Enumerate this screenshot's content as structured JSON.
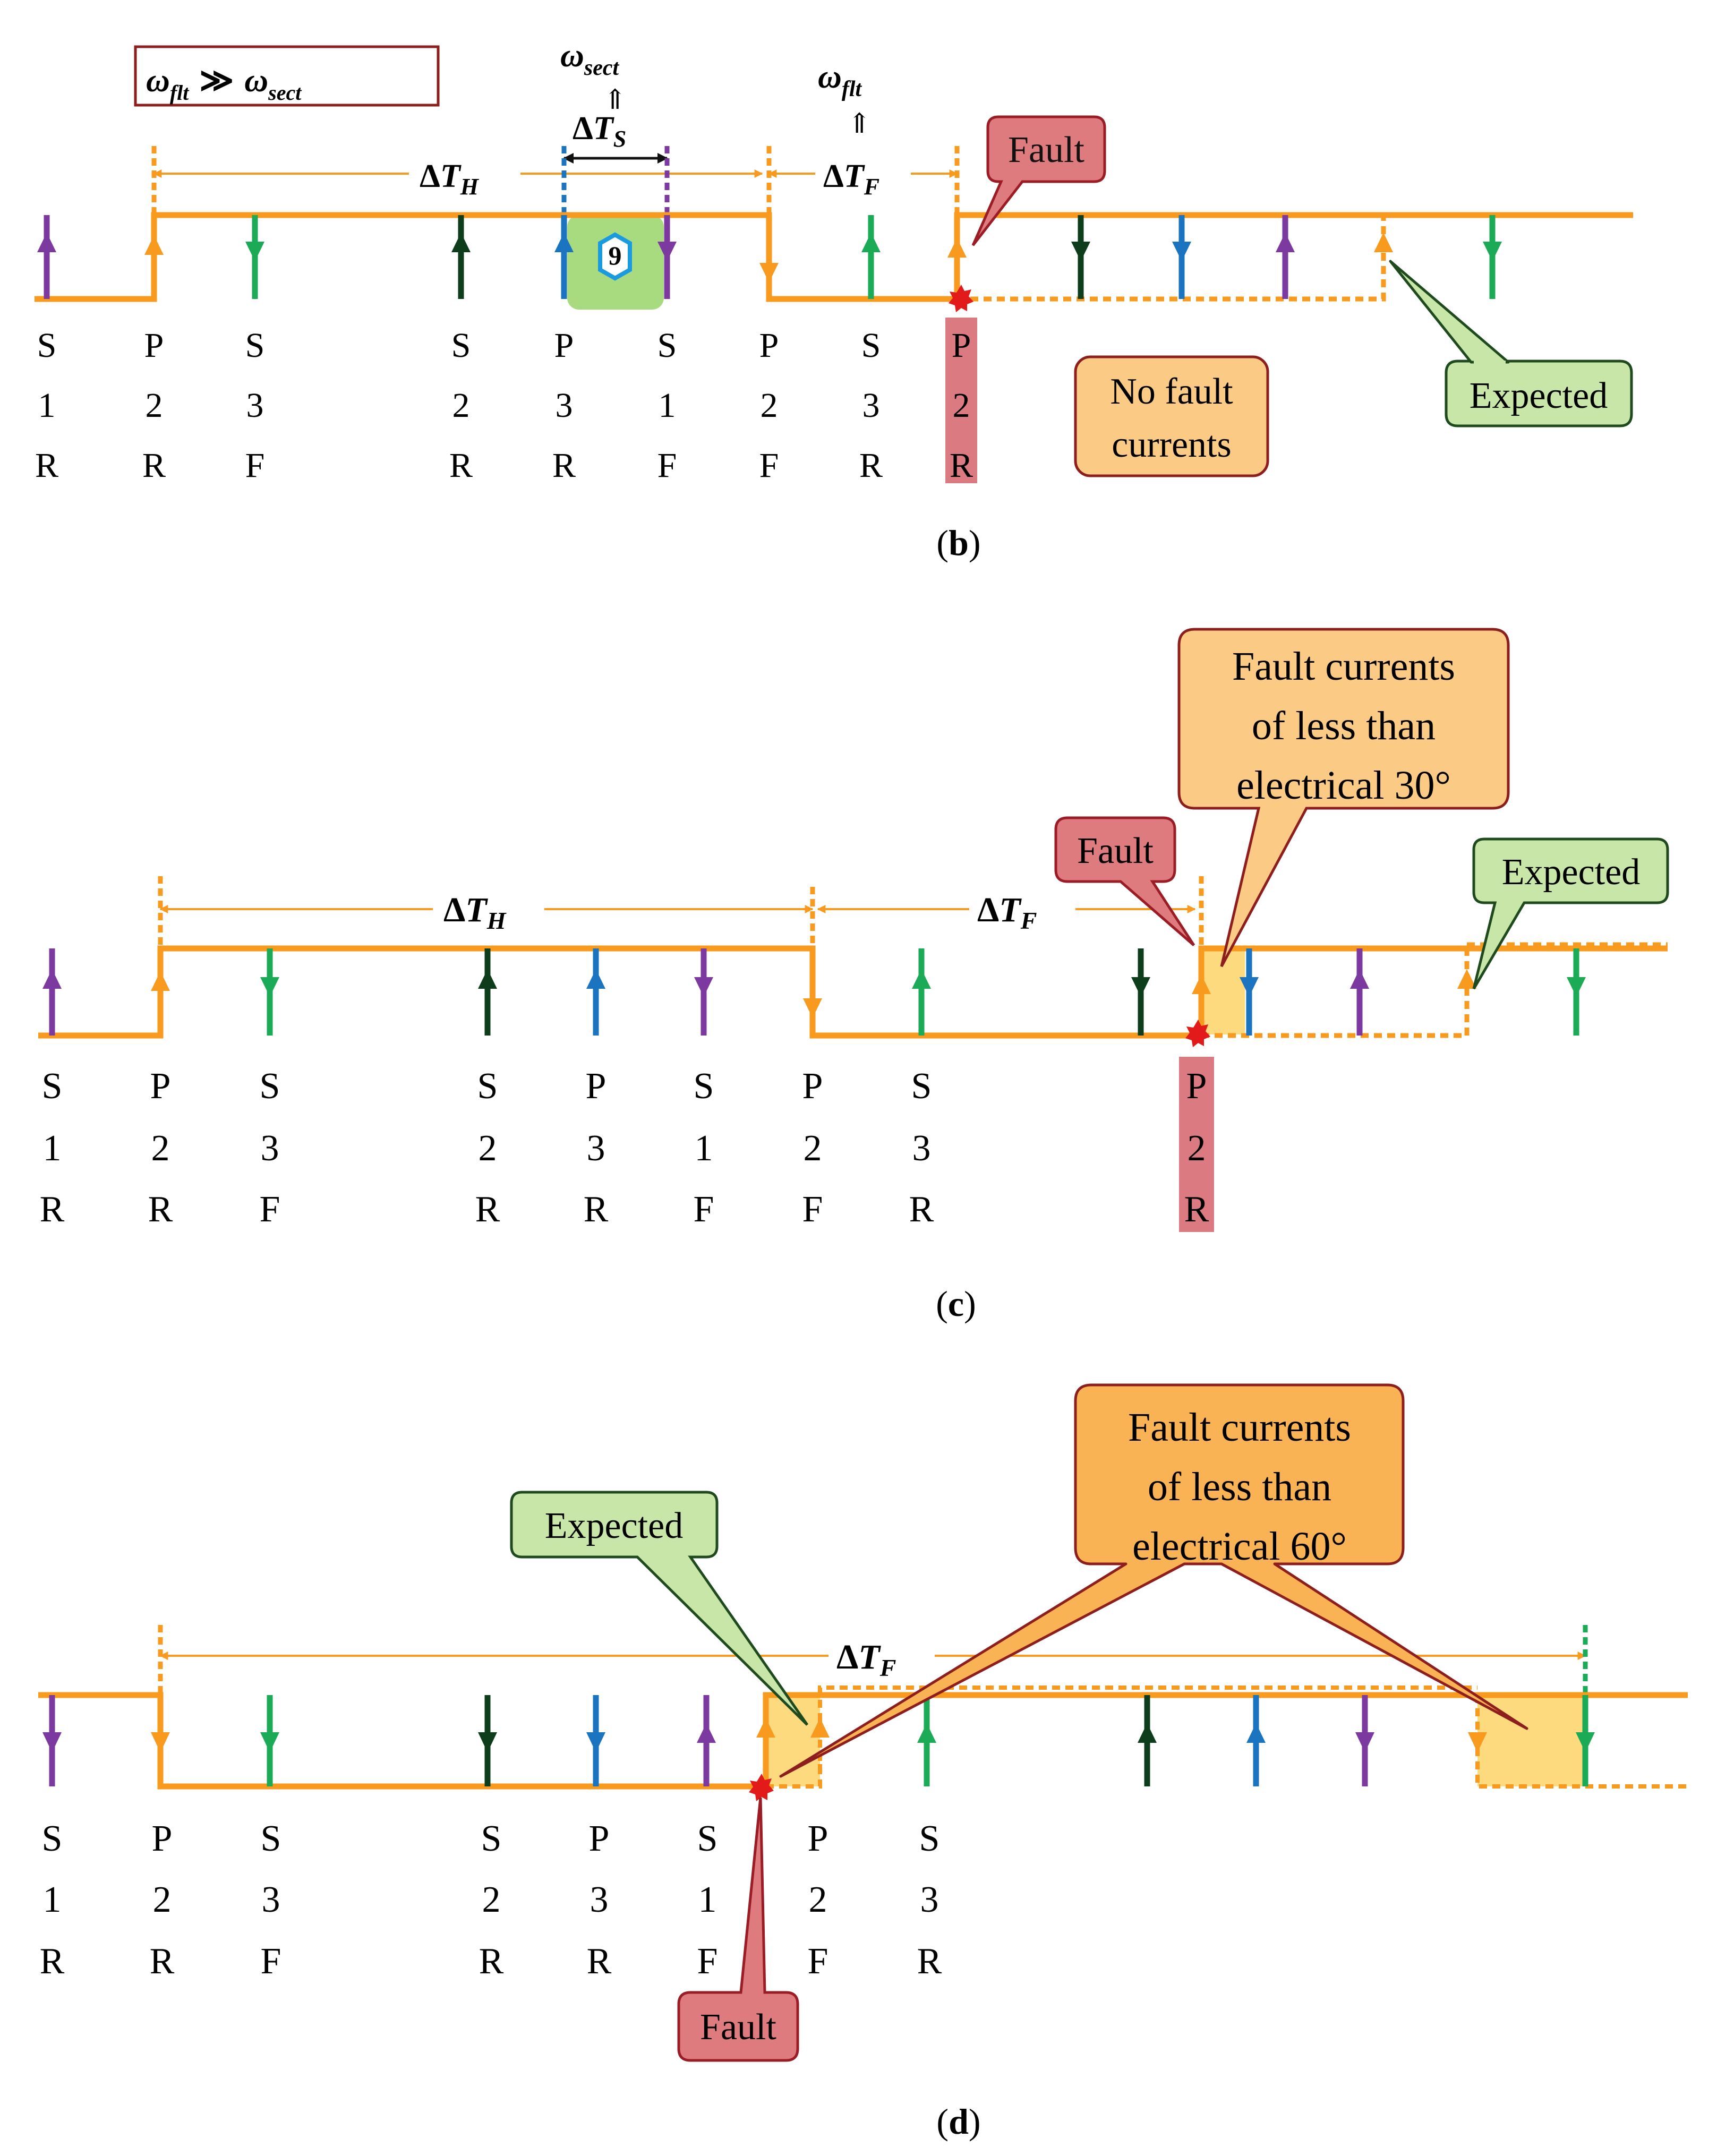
{
  "colors": {
    "orange": "#F79A1E",
    "purple": "#7C3AA0",
    "green": "#1BAA55",
    "darkgreen": "#0E3D1C",
    "blue": "#1A74BF",
    "fault_fill": "#DE7B7F",
    "fault_stroke": "#9B1C24",
    "expected_fill": "#C8E6A8",
    "expected_stroke": "#1E4A1E",
    "note_fill": "#FBCB86",
    "note_stroke": "#8E1E1E",
    "note_fill_strong": "#F9B354",
    "label_highlight": "#DB7A80",
    "green_patch": "#A8DA80",
    "yellow_patch": "#FDDA7E",
    "star": "#E31A1A",
    "ink": "#111111"
  },
  "symbols": {
    "omega": "ω",
    "flt": "flt",
    "sect": "sect",
    "delta": "Δ",
    "T": "T",
    "H": "H",
    "S": "S",
    "F": "F",
    "much_greater": "≫",
    "double_up_arrow": "⇑"
  },
  "panel_b": {
    "caption_open": "(",
    "caption_letter": "b",
    "caption_close": ")",
    "hex_number": "9",
    "fault_label": "Fault",
    "note_lines": [
      "No fault",
      "currents"
    ],
    "expected_label": "Expected",
    "events": [
      {
        "l1": "S",
        "l2": "1",
        "l3": "R"
      },
      {
        "l1": "P",
        "l2": "2",
        "l3": "R"
      },
      {
        "l1": "S",
        "l2": "3",
        "l3": "F"
      },
      {
        "l1": "S",
        "l2": "2",
        "l3": "R"
      },
      {
        "l1": "P",
        "l2": "3",
        "l3": "R"
      },
      {
        "l1": "S",
        "l2": "1",
        "l3": "F"
      },
      {
        "l1": "P",
        "l2": "2",
        "l3": "F"
      },
      {
        "l1": "S",
        "l2": "3",
        "l3": "R"
      },
      {
        "l1": "P",
        "l2": "2",
        "l3": "R"
      }
    ]
  },
  "panel_c": {
    "caption_open": "(",
    "caption_letter": "c",
    "caption_close": ")",
    "fault_label": "Fault",
    "note_lines": [
      "Fault currents",
      "of less than",
      "electrical 30°"
    ],
    "expected_label": "Expected",
    "events": [
      {
        "l1": "S",
        "l2": "1",
        "l3": "R"
      },
      {
        "l1": "P",
        "l2": "2",
        "l3": "R"
      },
      {
        "l1": "S",
        "l2": "3",
        "l3": "F"
      },
      {
        "l1": "S",
        "l2": "2",
        "l3": "R"
      },
      {
        "l1": "P",
        "l2": "3",
        "l3": "R"
      },
      {
        "l1": "S",
        "l2": "1",
        "l3": "F"
      },
      {
        "l1": "P",
        "l2": "2",
        "l3": "F"
      },
      {
        "l1": "S",
        "l2": "3",
        "l3": "R"
      },
      {
        "l1": "P",
        "l2": "2",
        "l3": "R"
      }
    ]
  },
  "panel_d": {
    "caption_open": "(",
    "caption_letter": "d",
    "caption_close": ")",
    "fault_label": "Fault",
    "note_lines": [
      "Fault currents",
      "of less than",
      "electrical 60°"
    ],
    "expected_label": "Expected",
    "events": [
      {
        "l1": "S",
        "l2": "1",
        "l3": "R"
      },
      {
        "l1": "P",
        "l2": "2",
        "l3": "R"
      },
      {
        "l1": "S",
        "l2": "3",
        "l3": "F"
      },
      {
        "l1": "S",
        "l2": "2",
        "l3": "R"
      },
      {
        "l1": "P",
        "l2": "3",
        "l3": "R"
      },
      {
        "l1": "S",
        "l2": "1",
        "l3": "F"
      },
      {
        "l1": "P",
        "l2": "2",
        "l3": "F"
      },
      {
        "l1": "S",
        "l2": "3",
        "l3": "R"
      }
    ]
  }
}
